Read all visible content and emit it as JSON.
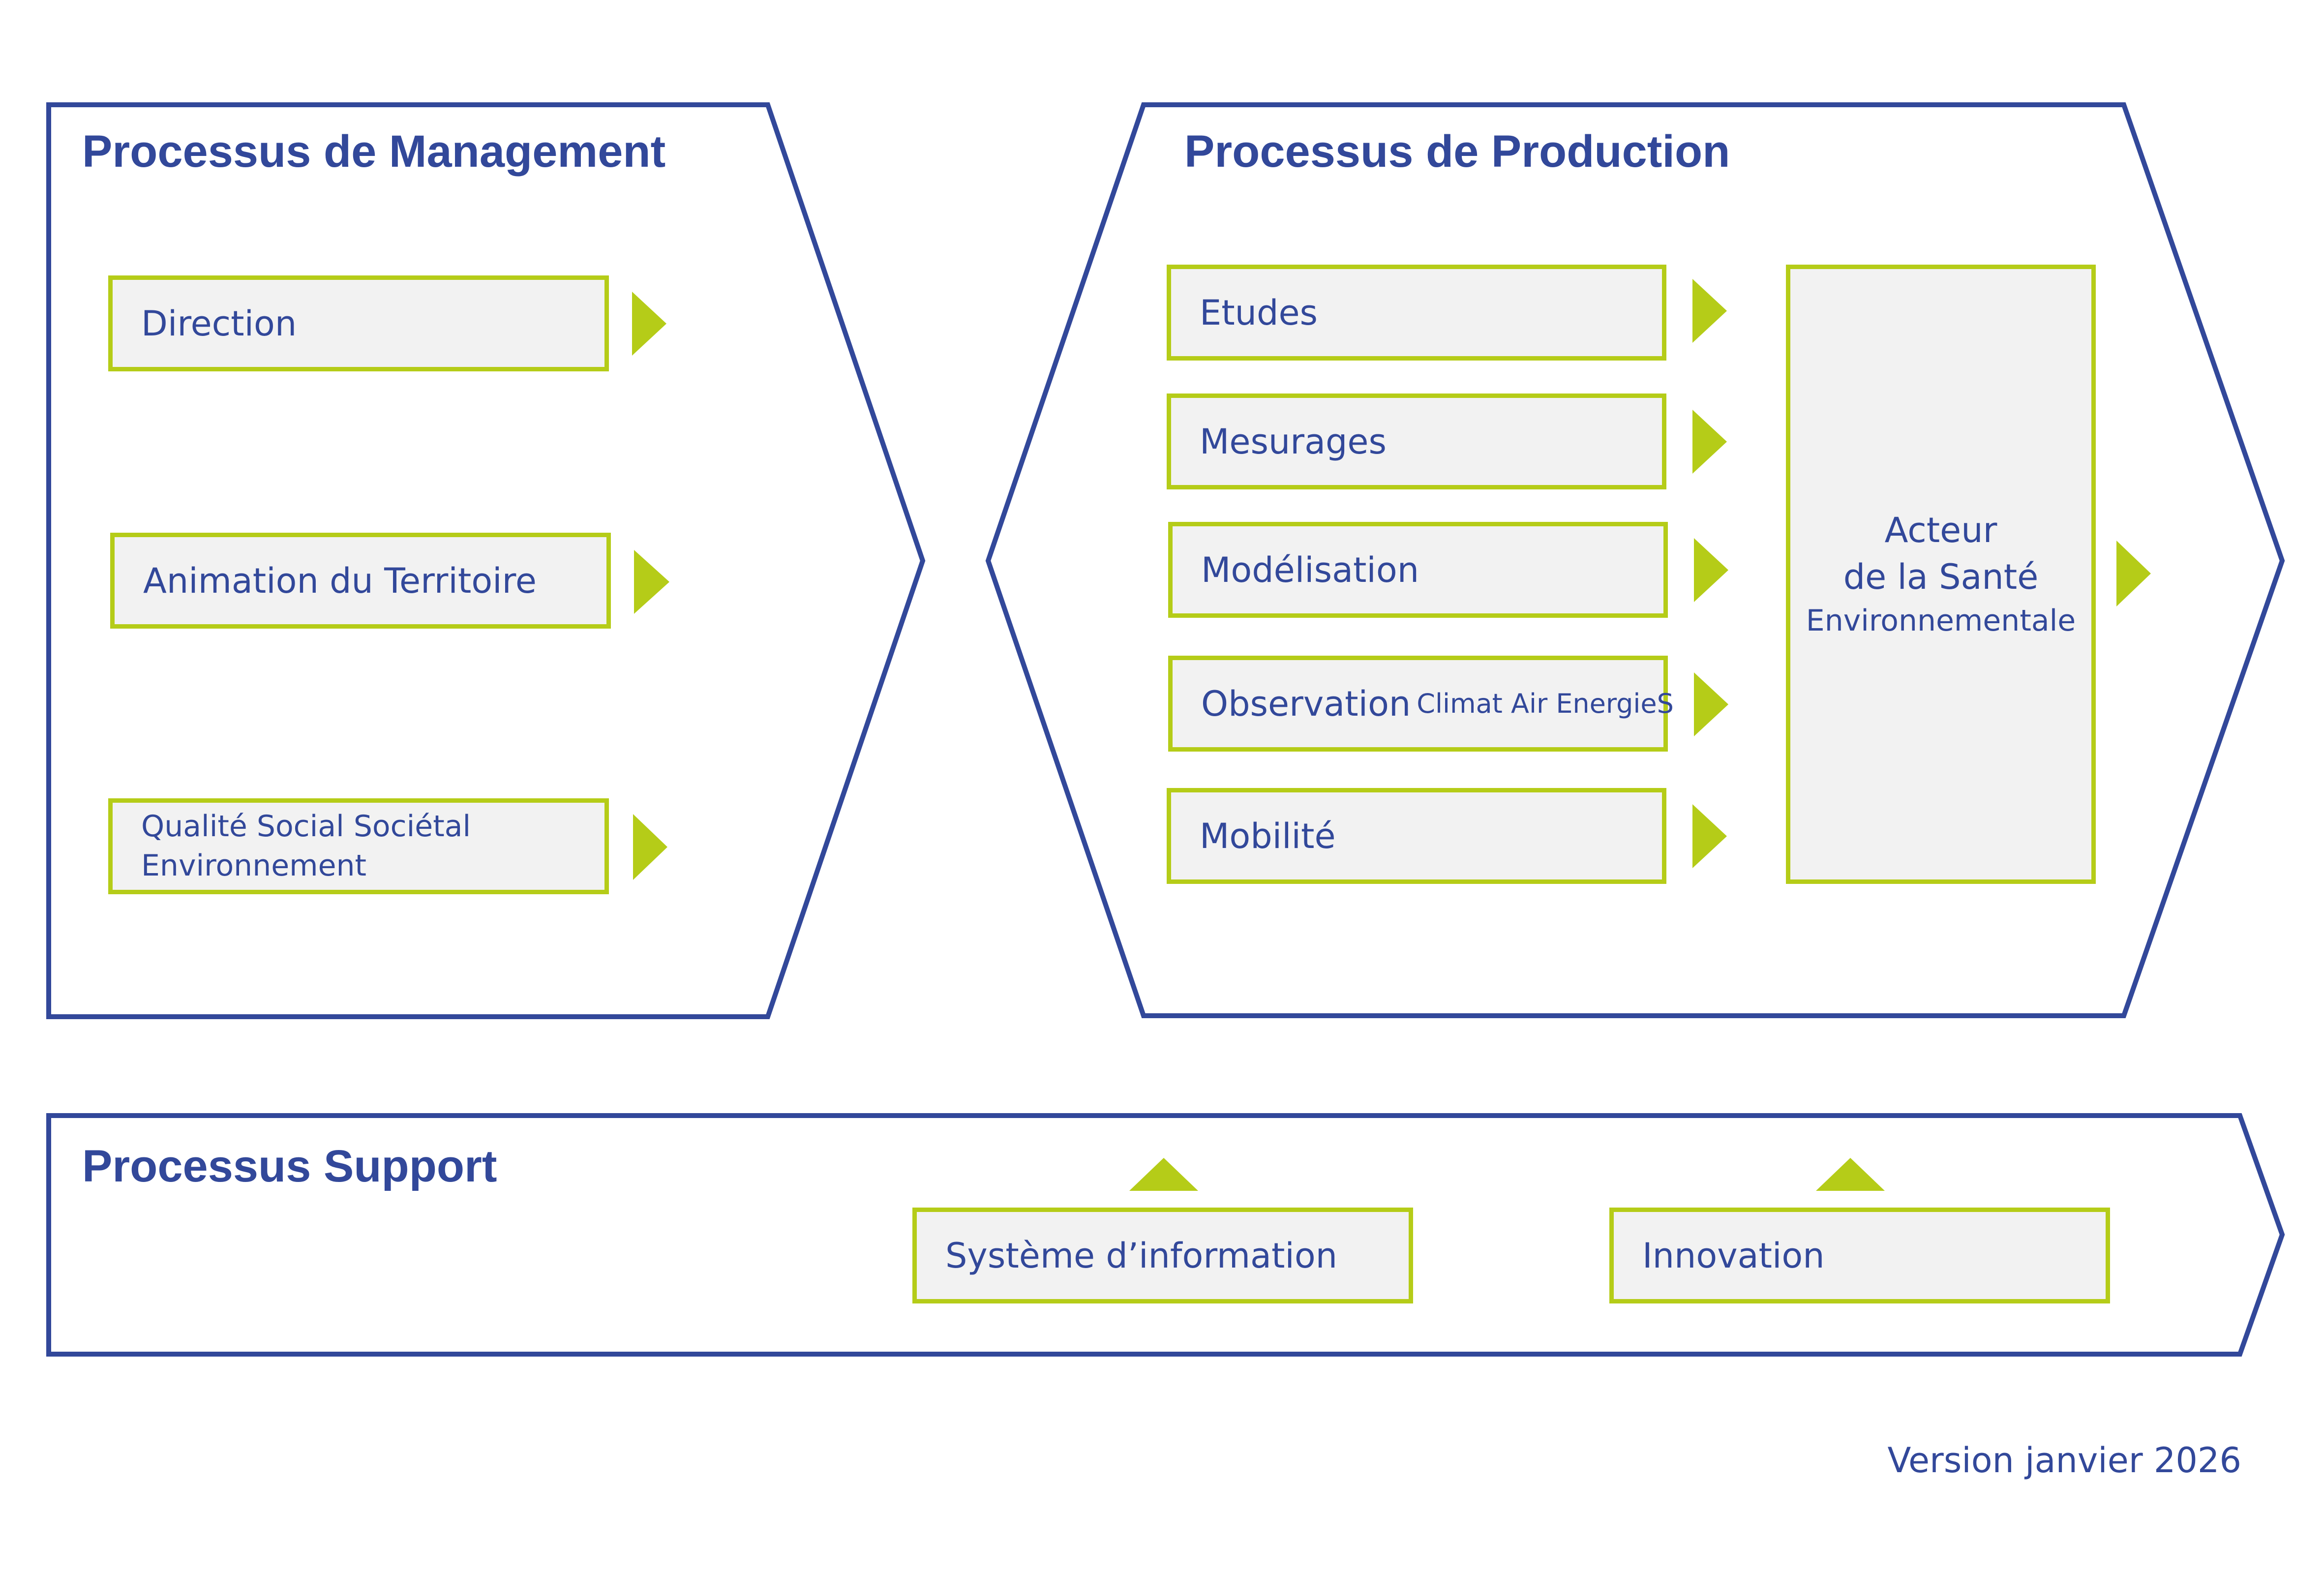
{
  "colors": {
    "frame": "#32489a",
    "accent": "#b5cc18",
    "box_fill": "#f2f2f2",
    "text": "#32489a"
  },
  "management": {
    "title": "Processus de Management",
    "items": [
      "Direction",
      "Animation du Territoire",
      "Qualité Social Sociétal",
      "Environnement"
    ]
  },
  "production": {
    "title": "Processus de Production",
    "items": [
      "Etudes",
      "Mesurages",
      "Modélisation",
      "Observation",
      "Climat Air EnergieS",
      "Mobilité"
    ],
    "acteur": {
      "line1": "Acteur",
      "line2": "de la Santé",
      "line3": "Environnementale"
    }
  },
  "support": {
    "title": "Processus Support",
    "items": [
      "Système d’information",
      "Innovation"
    ]
  },
  "footer": {
    "version": "Version janvier 2026"
  }
}
